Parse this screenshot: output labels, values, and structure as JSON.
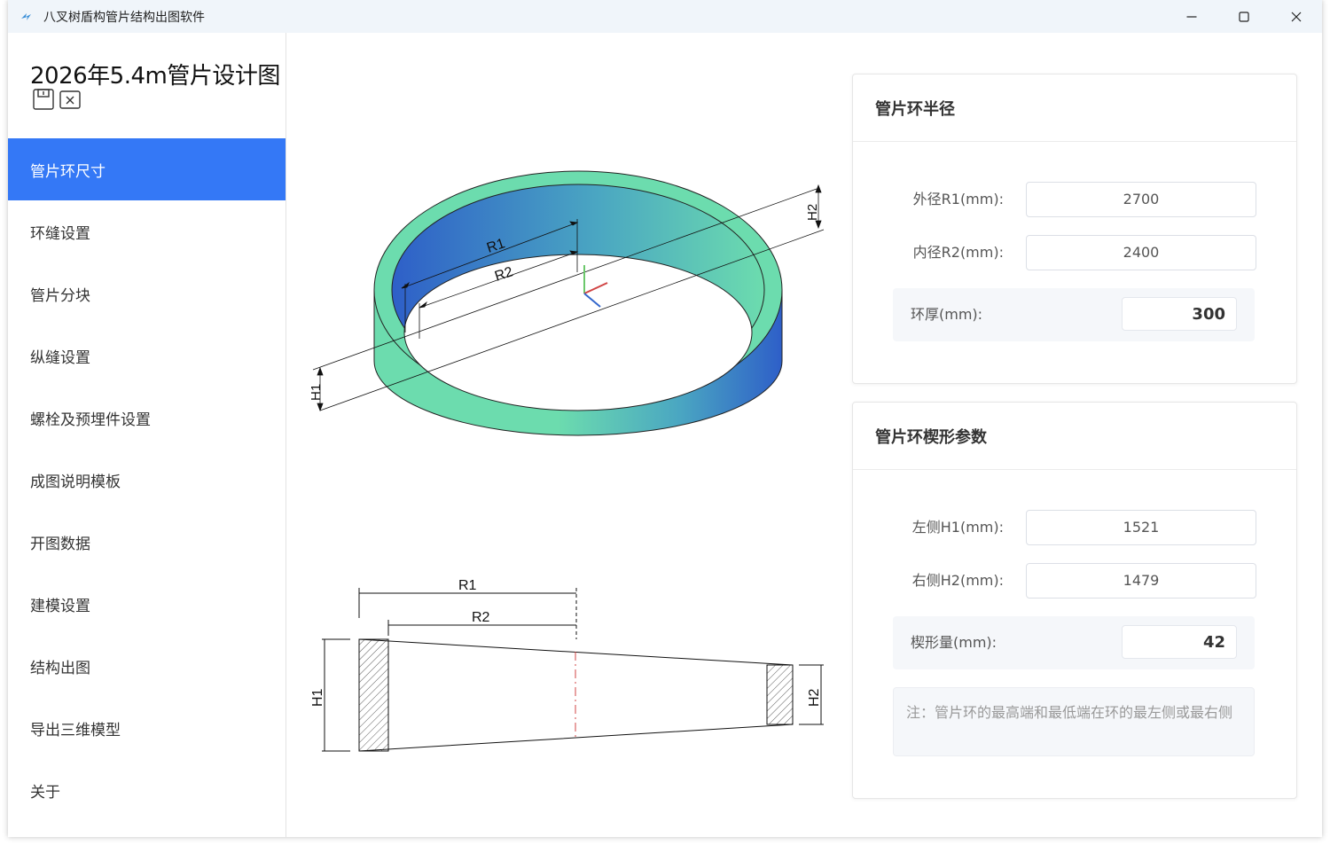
{
  "window": {
    "title": "八叉树盾构管片结构出图软件",
    "controls": [
      "minimize-icon",
      "maximize-icon",
      "close-icon"
    ]
  },
  "sidebar": {
    "doc_title": "2026年5.4m管片设计图",
    "doc_icons": [
      "save-icon",
      "close-file-icon"
    ],
    "items": [
      {
        "label": "管片环尺寸",
        "active": true
      },
      {
        "label": "环缝设置",
        "active": false
      },
      {
        "label": "管片分块",
        "active": false
      },
      {
        "label": "纵缝设置",
        "active": false
      },
      {
        "label": "螺栓及预埋件设置",
        "active": false
      },
      {
        "label": "成图说明模板",
        "active": false
      },
      {
        "label": "开图数据",
        "active": false
      },
      {
        "label": "建模设置",
        "active": false
      },
      {
        "label": "结构出图",
        "active": false
      },
      {
        "label": "导出三维模型",
        "active": false
      },
      {
        "label": "关于",
        "active": false
      }
    ]
  },
  "diagram": {
    "labels": {
      "r1": "R1",
      "r2": "R2",
      "h1": "H1",
      "h2": "H2"
    }
  },
  "radius_panel": {
    "title": "管片环半径",
    "outer_label": "外径R1(mm):",
    "outer_value": "2700",
    "inner_label": "内径R2(mm):",
    "inner_value": "2400",
    "thickness_label": "环厚(mm):",
    "thickness_value": "300"
  },
  "wedge_panel": {
    "title": "管片环楔形参数",
    "left_label": "左侧H1(mm):",
    "left_value": "1521",
    "right_label": "右侧H2(mm):",
    "right_value": "1479",
    "wedge_label": "楔形量(mm):",
    "wedge_value": "42",
    "note": "注：管片环的最高端和最低端在环的最左侧或最右侧"
  },
  "colors": {
    "accent": "#3478f6",
    "ring_top": "#6cdcae",
    "ring_blue": "#3366cc"
  }
}
